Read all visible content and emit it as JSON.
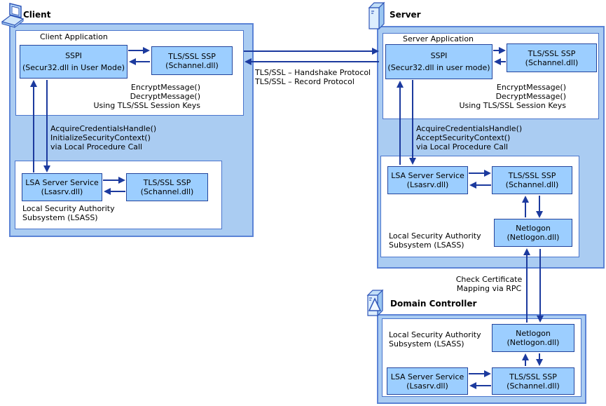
{
  "colors": {
    "section_fill": "#aaccf2",
    "section_border": "#5b83d6",
    "inner_box_border": "#4a75cc",
    "component_fill": "#9cceff",
    "component_border": "#23449c",
    "arrow": "#1c3a9e"
  },
  "icons": {
    "client": "laptop-icon",
    "server": "server-tower-icon",
    "domain_controller": "domain-controller-tower-icon"
  },
  "client": {
    "title": "Client",
    "app_title": "Client Application",
    "sspi_line1": "SSPI",
    "sspi_line2": "(Secur32.dll in User Mode)",
    "tls_line1": "TLS/SSL SSP",
    "tls_line2": "(Schannel.dll)",
    "encrypt_lines": [
      "EncryptMessage()",
      "DecryptMessage()",
      "Using TLS/SSL Session Keys"
    ],
    "acquire_lines": [
      "AcquireCredentialsHandle()",
      "InitializeSecurityContext()",
      "via Local Procedure Call"
    ],
    "lsa_line1": "LSA Server Service",
    "lsa_line2": "(Lsasrv.dll)",
    "lsa_tls_line1": "TLS/SSL SSP",
    "lsa_tls_line2": "(Schannel.dll)",
    "lsass_line1": "Local Security Authority",
    "lsass_line2": "Subsystem (LSASS)"
  },
  "link": {
    "handshake": "TLS/SSL – Handshake Protocol",
    "record": "TLS/SSL – Record Protocol"
  },
  "server": {
    "title": "Server",
    "app_title": "Server Application",
    "sspi_line1": "SSPI",
    "sspi_line2": "(Secur32.dll in user mode)",
    "tls_line1": "TLS/SSL SSP",
    "tls_line2": "(Schannel.dll)",
    "encrypt_lines": [
      "EncryptMessage()",
      "DecryptMessage()",
      "Using TLS/SSL Session Keys"
    ],
    "acquire_lines": [
      "AcquireCredentialsHandle()",
      "AcceptSecurityContext()",
      "via Local Procedure Call"
    ],
    "lsa_line1": "LSA Server Service",
    "lsa_line2": "(Lsasrv.dll)",
    "lsa_tls_line1": "TLS/SSL SSP",
    "lsa_tls_line2": "(Schannel.dll)",
    "netlogon_line1": "Netlogon",
    "netlogon_line2": "(Netlogon.dll)",
    "lsass_line1": "Local Security Authority",
    "lsass_line2": "Subsystem (LSASS)"
  },
  "rpc": {
    "line1": "Check Certificate",
    "line2": "Mapping via RPC"
  },
  "dc": {
    "title": "Domain Controller",
    "lsass_line1": "Local Security Authority",
    "lsass_line2": "Subsystem (LSASS)",
    "netlogon_line1": "Netlogon",
    "netlogon_line2": "(Netlogon.dll)",
    "lsa_line1": "LSA Server Service",
    "lsa_line2": "(Lsasrv.dll)",
    "tls_line1": "TLS/SSL SSP",
    "tls_line2": "(Schannel.dll)"
  }
}
